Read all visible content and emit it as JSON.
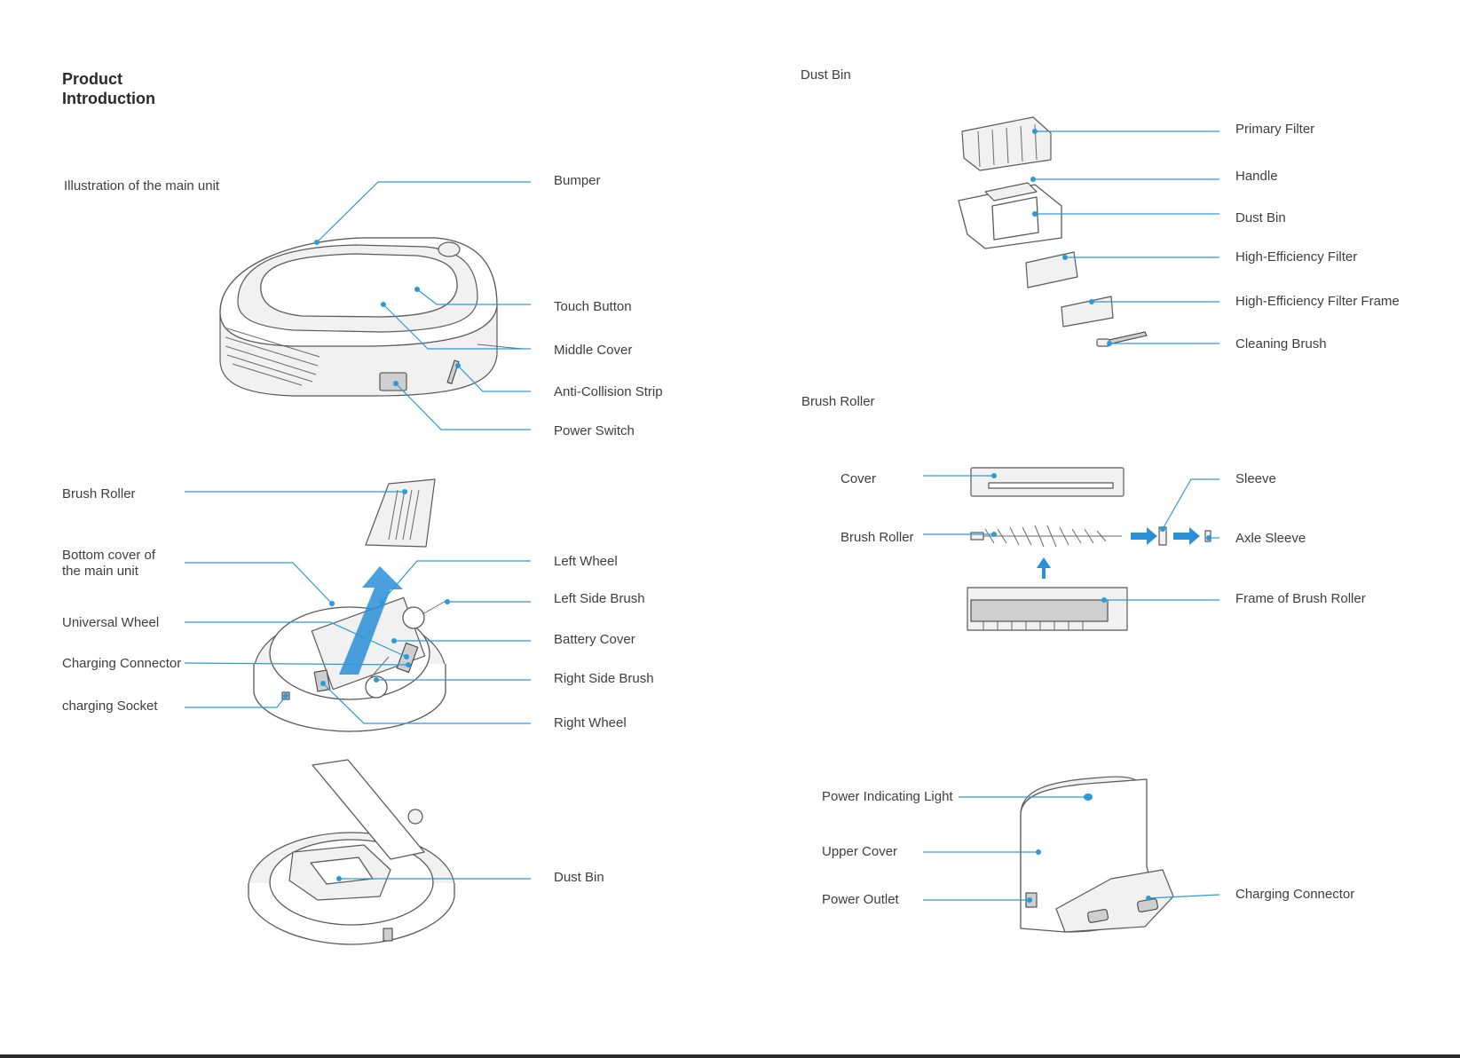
{
  "page": {
    "title_line1": "Product",
    "title_line2": "Introduction"
  },
  "left": {
    "main_unit_caption": "Illustration of the main unit",
    "top_view_labels": {
      "bumper": "Bumper",
      "touch_button": "Touch Button",
      "middle_cover": "Middle Cover",
      "anti_collision_strip": "Anti-Collision Strip",
      "power_switch": "Power Switch"
    },
    "bottom_view_labels": {
      "brush_roller": "Brush Roller",
      "bottom_cover_line1": "Bottom cover of",
      "bottom_cover_line2": "the main unit",
      "universal_wheel": "Universal Wheel",
      "charging_connector": "Charging Connector",
      "charging_socket": "charging Socket",
      "left_wheel": "Left Wheel",
      "left_side_brush": "Left Side Brush",
      "battery_cover": "Battery Cover",
      "right_side_brush": "Right Side Brush",
      "right_wheel": "Right Wheel"
    },
    "open_view_labels": {
      "dust_bin": "Dust Bin"
    }
  },
  "right": {
    "dust_bin_section": {
      "heading": "Dust Bin",
      "labels": {
        "primary_filter": "Primary Filter",
        "handle": "Handle",
        "dust_bin": "Dust Bin",
        "high_efficiency_filter": "High-Efficiency Filter",
        "high_efficiency_filter_frame": "High-Efficiency Filter Frame",
        "cleaning_brush": "Cleaning Brush"
      }
    },
    "brush_roller_section": {
      "heading": "Brush Roller",
      "labels": {
        "cover": "Cover",
        "brush_roller": "Brush Roller",
        "sleeve": "Sleeve",
        "axle_sleeve": "Axle Sleeve",
        "frame_of_brush_roller": "Frame of Brush Roller"
      }
    },
    "charging_dock_section": {
      "labels": {
        "power_indicating_light": "Power Indicating Light",
        "upper_cover": "Upper Cover",
        "power_outlet": "Power Outlet",
        "charging_connector": "Charging Connector"
      }
    }
  },
  "colors": {
    "leader_line": "#2a9ad9",
    "arrow": "#2a8fd6",
    "text": "#3e3e3e"
  }
}
